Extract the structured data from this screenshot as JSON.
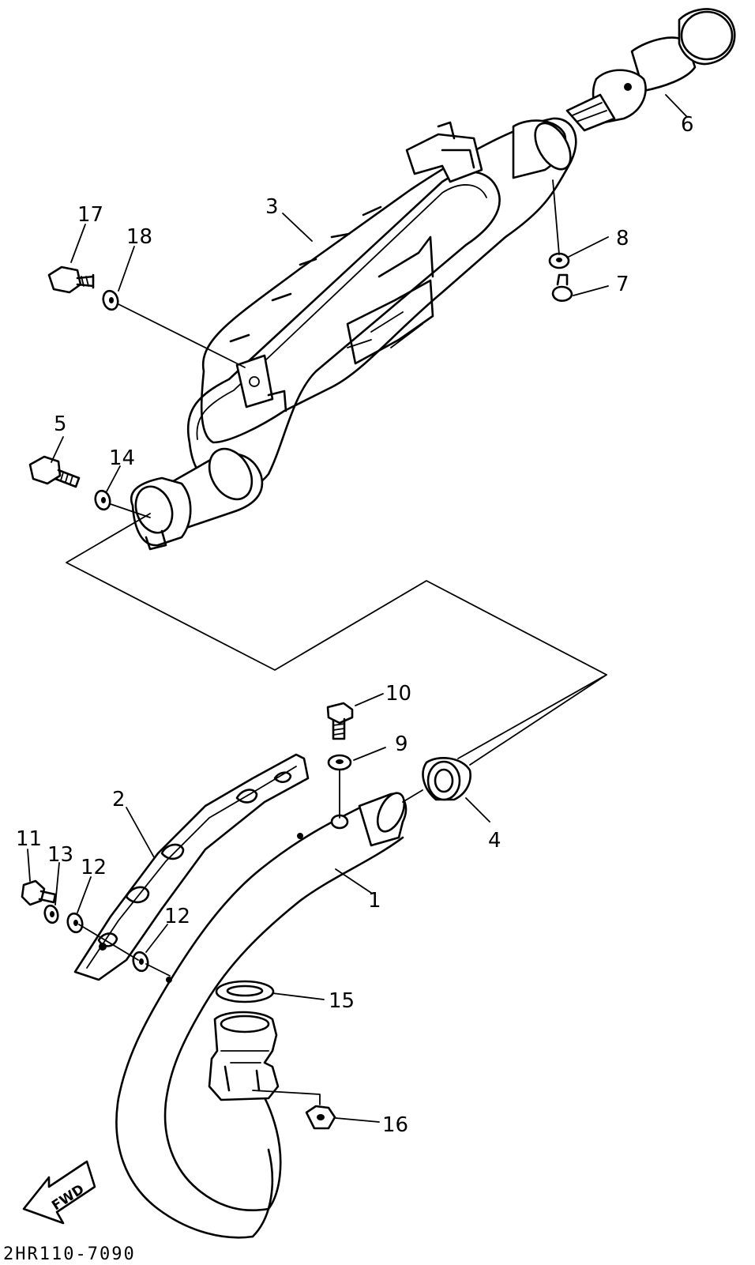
{
  "diagram": {
    "type": "exploded-parts-diagram",
    "callouts": {
      "p1": "1",
      "p2": "2",
      "p3": "3",
      "p4": "4",
      "p5": "5",
      "p6": "6",
      "p7": "7",
      "p8": "8",
      "p9": "9",
      "p10": "10",
      "p11": "11",
      "p12a": "12",
      "p12b": "12",
      "p13": "13",
      "p14": "14",
      "p15": "15",
      "p16": "16",
      "p17": "17",
      "p18": "18"
    },
    "direction_label": "FWD",
    "drawing_code": "2HR110-7090"
  }
}
